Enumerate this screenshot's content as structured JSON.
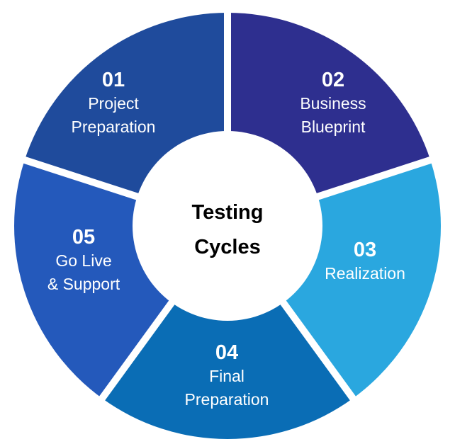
{
  "title": [
    "Testing",
    "Cycles"
  ],
  "segments": [
    {
      "number": "01",
      "line1": "Project",
      "line2": "Preparation",
      "color": "#2e2f8f"
    },
    {
      "number": "02",
      "line1": "Business",
      "line2": "Blueprint",
      "color": "#2aa7df"
    },
    {
      "number": "03",
      "line1": "Realization",
      "line2": "",
      "color": "#0a6db5"
    },
    {
      "number": "04",
      "line1": "Final",
      "line2": "Preparation",
      "color": "#2459bb"
    },
    {
      "number": "05",
      "line1": "Go Live",
      "line2": "& Support",
      "color": "#1f4b9c"
    }
  ]
}
